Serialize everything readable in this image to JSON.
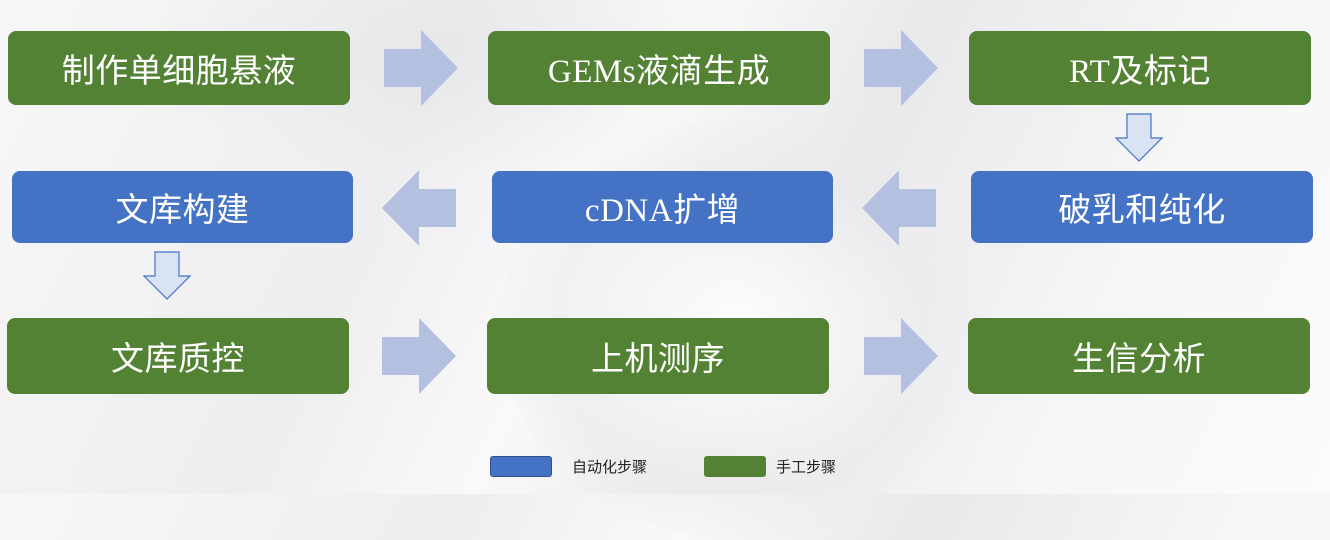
{
  "colors": {
    "manual": "#548235",
    "automated": "#4472c4",
    "flow_arrow": "#b4c0e0",
    "down_arrow_fill": "#dae3f3",
    "down_arrow_stroke": "#4472c4"
  },
  "steps": [
    {
      "label": "制作单细胞悬液",
      "type": "manual"
    },
    {
      "label": "GEMs液滴生成",
      "type": "manual"
    },
    {
      "label": "RT及标记",
      "type": "manual"
    },
    {
      "label": "破乳和纯化",
      "type": "automated"
    },
    {
      "label": "cDNA扩增",
      "type": "automated"
    },
    {
      "label": "文库构建",
      "type": "automated"
    },
    {
      "label": "文库质控",
      "type": "manual"
    },
    {
      "label": "上机测序",
      "type": "manual"
    },
    {
      "label": "生信分析",
      "type": "manual"
    }
  ],
  "arrows": {
    "right_arrow_icon": "right-arrow",
    "left_arrow_icon": "left-arrow",
    "down_arrow_icon": "down-arrow"
  },
  "legend": {
    "automated_label": "自动化步骤",
    "manual_label": "手工步骤"
  }
}
